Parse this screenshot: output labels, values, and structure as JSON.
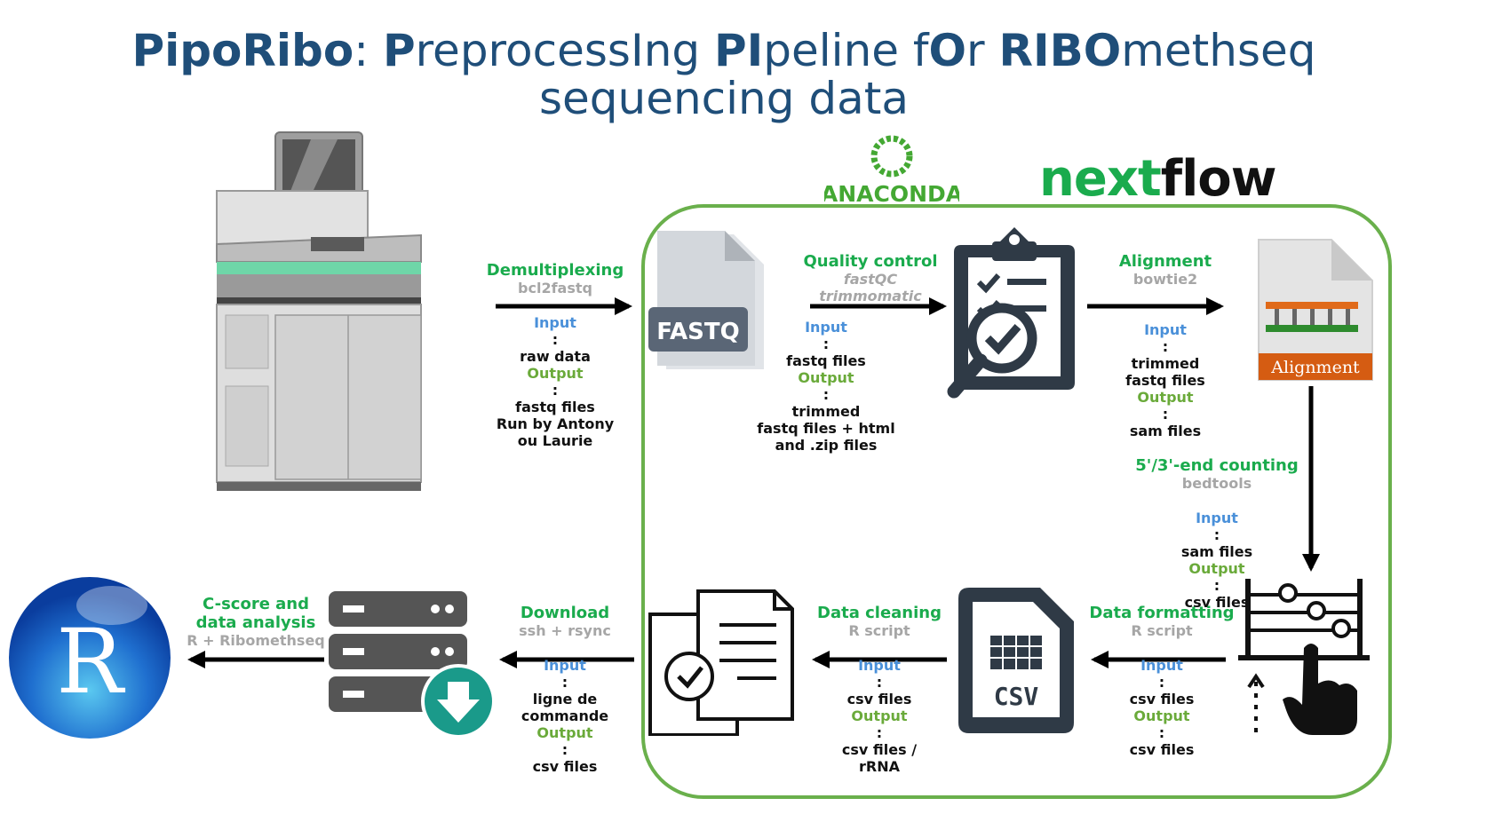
{
  "title": {
    "line1": [
      {
        "text": "PipoRibo",
        "bold": true
      },
      {
        "text": ": ",
        "bold": false
      },
      {
        "text": "P",
        "bold": true
      },
      {
        "text": "reprocessIng ",
        "bold": false
      },
      {
        "text": "PI",
        "bold": true
      },
      {
        "text": "peline f",
        "bold": false
      },
      {
        "text": "O",
        "bold": true
      },
      {
        "text": "r ",
        "bold": false
      },
      {
        "text": "RIBO",
        "bold": true
      },
      {
        "text": "methseq",
        "bold": false
      }
    ],
    "line2": "sequencing data"
  },
  "logos": {
    "anaconda": "ANACONDA",
    "nextflow_a": "nex",
    "nextflow_b": "t",
    "nextflow_c": "flow"
  },
  "icons": {
    "fastq": "FASTQ",
    "alignment": "Alignment",
    "csv": "CSV",
    "r": "R"
  },
  "steps": {
    "demux": {
      "name": "Demultiplexing",
      "tool": "bcl2fastq",
      "input": "raw data",
      "output": "fastq files",
      "extra1": "Run by Antony",
      "extra2": "ou Laurie"
    },
    "qc": {
      "name": "Quality control",
      "tool1": "fastQC",
      "tool2": "trimmomatic",
      "input": "fastq files",
      "output": "trimmed",
      "out2": "fastq files + html",
      "out3": "and .zip files"
    },
    "align": {
      "name": "Alignment",
      "tool": "bowtie2",
      "input": "trimmed",
      "in2": "fastq files",
      "output": "sam files"
    },
    "count": {
      "name": "5'/3'-end counting",
      "tool": "bedtools",
      "input": "sam files",
      "output": "csv files"
    },
    "format": {
      "name": "Data formatting",
      "tool": "R script",
      "input": "csv files",
      "output": "csv files"
    },
    "clean": {
      "name": "Data cleaning",
      "tool": "R script",
      "input": "csv files",
      "output": "csv files /",
      "out2": "rRNA"
    },
    "download": {
      "name": "Download",
      "tool": "ssh + rsync",
      "input": "ligne de",
      "in2": "commande",
      "output": "csv files"
    },
    "cscore": {
      "name1": "C-score and",
      "name2": "data analysis",
      "tool": "R + Ribomethseq"
    }
  },
  "labels": {
    "input": "Input",
    "output": "Output",
    "colon": ": "
  },
  "colors": {
    "title": "#1f4e79",
    "step": "#1aab4d",
    "tool": "#a6a6a6",
    "input": "#4a90d9",
    "output": "#6aaa3a",
    "box": "#6ab04c"
  }
}
